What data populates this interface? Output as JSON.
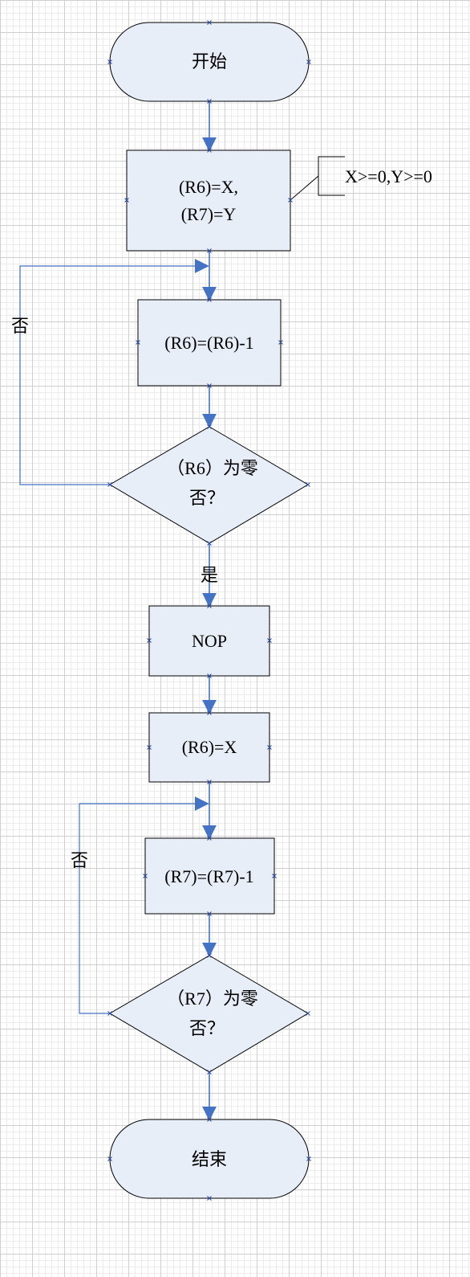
{
  "nodes": {
    "start": "开始",
    "init_line1": "(R6)=X,",
    "init_line2": "(R7)=Y",
    "dec_r6": "(R6)=(R6)-1",
    "test_r6_line1": "（R6）为零",
    "test_r6_line2": "否？",
    "nop": "NOP",
    "reset_r6": "(R6)=X",
    "dec_r7": "(R7)=(R7)-1",
    "test_r7_line1": "（R7）为零",
    "test_r7_line2": "否？",
    "end": "结束"
  },
  "annotation": "X>=0,Y>=0",
  "edge_labels": {
    "r6_no": "否",
    "r6_yes": "是",
    "r7_no": "否"
  },
  "colors": {
    "connector": "#4472c4",
    "shape_fill": "#e8eef8",
    "shape_stroke": "#000000"
  }
}
